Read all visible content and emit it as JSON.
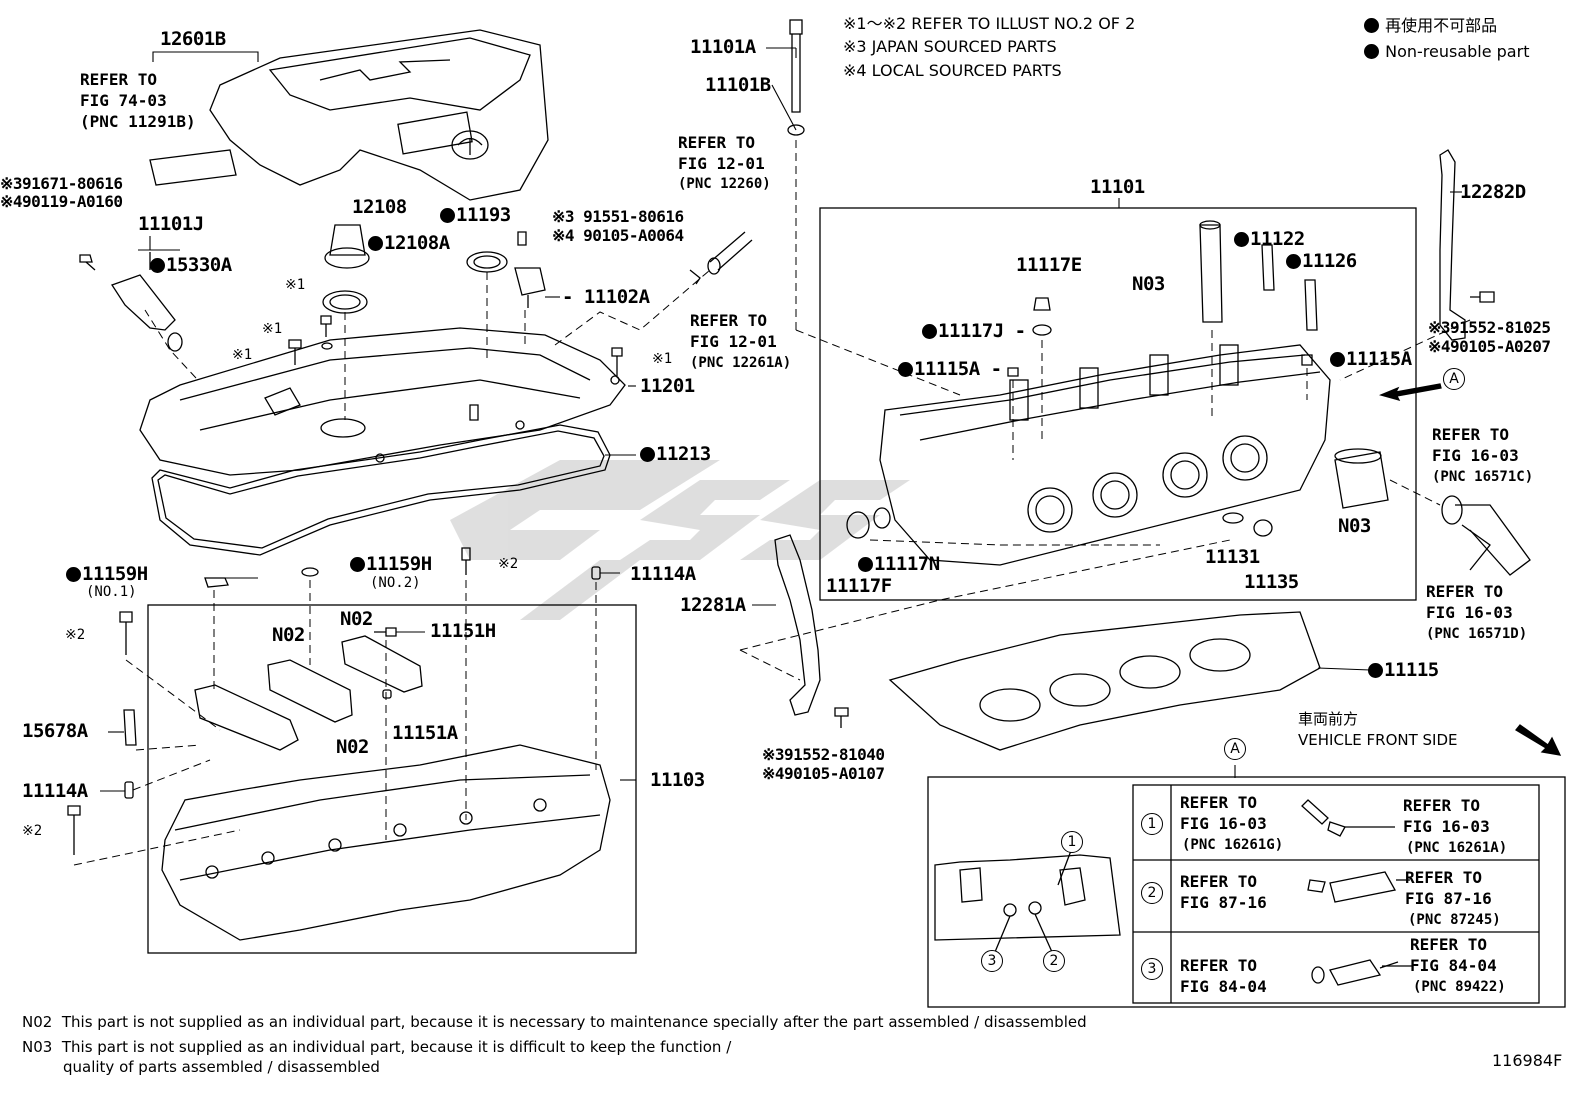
{
  "header_notes": [
    "※1～※2  REFER TO ILLUST NO.2 OF 2",
    "※3 JAPAN SOURCED PARTS",
    "※4 LOCAL SOURCED PARTS"
  ],
  "legend": {
    "jp": "再使用不可部品",
    "en": "Non-reusable part"
  },
  "labels": {
    "p12601B": "12601B",
    "ref_7403": [
      "REFER TO",
      "FIG 74-03",
      "(PNC 11291B)"
    ],
    "p91671": "※391671-80616",
    "p90119": "※490119-A0160",
    "p11101J": "11101J",
    "p15330A": "15330A",
    "p12108": "12108",
    "p12108A": "12108A",
    "p11193": "11193",
    "p91551": "※3 91551-80616",
    "p90105_64": "※4 90105-A0064",
    "p11102A": "11102A",
    "p11101A": "11101A",
    "p11101B": "11101B",
    "ref_1201_a": [
      "REFER TO",
      "FIG 12-01",
      "(PNC 12260)"
    ],
    "ref_1201_b": [
      "REFER TO",
      "FIG 12-01",
      "(PNC 12261A)"
    ],
    "s1a": "※1",
    "s1b": "※1",
    "s1c": "※1",
    "s1d": "※1",
    "p11201": "11201",
    "p11213": "11213",
    "p11101": "11101",
    "p11117E": "11117E",
    "p11117J": "11117J",
    "p11115A_l": "11115A",
    "p11115A_r": "11115A",
    "p11122": "11122",
    "p11126": "11126",
    "pN03a": "N03",
    "pN03b": "N03",
    "p12282D": "12282D",
    "p91552_25": "※391552-81025",
    "p90105_207": "※490105-A0207",
    "ref_1603_c": [
      "REFER TO",
      "FIG 16-03",
      "(PNC 16571C)"
    ],
    "ref_1603_d": [
      "REFER TO",
      "FIG 16-03",
      "(PNC 16571D)"
    ],
    "p11117N": "11117N",
    "p11117F": "11117F",
    "p11131": "11131",
    "p11135": "11135",
    "p12281A": "12281A",
    "p91552_40": "※391552-81040",
    "p90105_107": "※490105-A0107",
    "p11115": "11115",
    "front_jp": "車両前方",
    "front_en": "VEHICLE FRONT SIDE",
    "p11159H_1": "11159H",
    "no1": "(NO.1)",
    "p11159H_2": "11159H",
    "no2": "(NO.2)",
    "s2a": "※2",
    "s2b": "※2",
    "s2c": "※2",
    "p11114A_top": "11114A",
    "p11114A_l": "11114A",
    "pN02a": "N02",
    "pN02b": "N02",
    "pN02c": "N02",
    "p11151H": "11151H",
    "p11151A": "11151A",
    "p15678A": "15678A",
    "p11103": "11103",
    "circle_a": "A",
    "circle_a2": "A"
  },
  "detail_table": {
    "rows": [
      {
        "num": "1",
        "left": [
          "REFER TO",
          "FIG 16-03",
          "(PNC 16261G)"
        ],
        "right": [
          "REFER TO",
          "FIG 16-03",
          "(PNC 16261A)"
        ]
      },
      {
        "num": "2",
        "left": [
          "REFER TO",
          "FIG 87-16"
        ],
        "right": [
          "REFER TO",
          "FIG 87-16",
          "(PNC 87245)"
        ]
      },
      {
        "num": "3",
        "left": [
          "REFER TO",
          "FIG 84-04"
        ],
        "right": [
          "REFER TO",
          "FIG 84-04",
          "(PNC 89422)"
        ]
      }
    ],
    "callouts": [
      "1",
      "2",
      "3"
    ]
  },
  "footnotes": {
    "n02_code": "N02",
    "n02_text": "This part is not supplied as an individual part, because it is necessary to maintenance specially after the part assembled / disassembled",
    "n03_code": "N03",
    "n03_text": "This part is not supplied as an individual part, because it is difficult to keep the function /",
    "n03_text2": "quality of parts  assembled / disassembled"
  },
  "figure_id": "116984F"
}
